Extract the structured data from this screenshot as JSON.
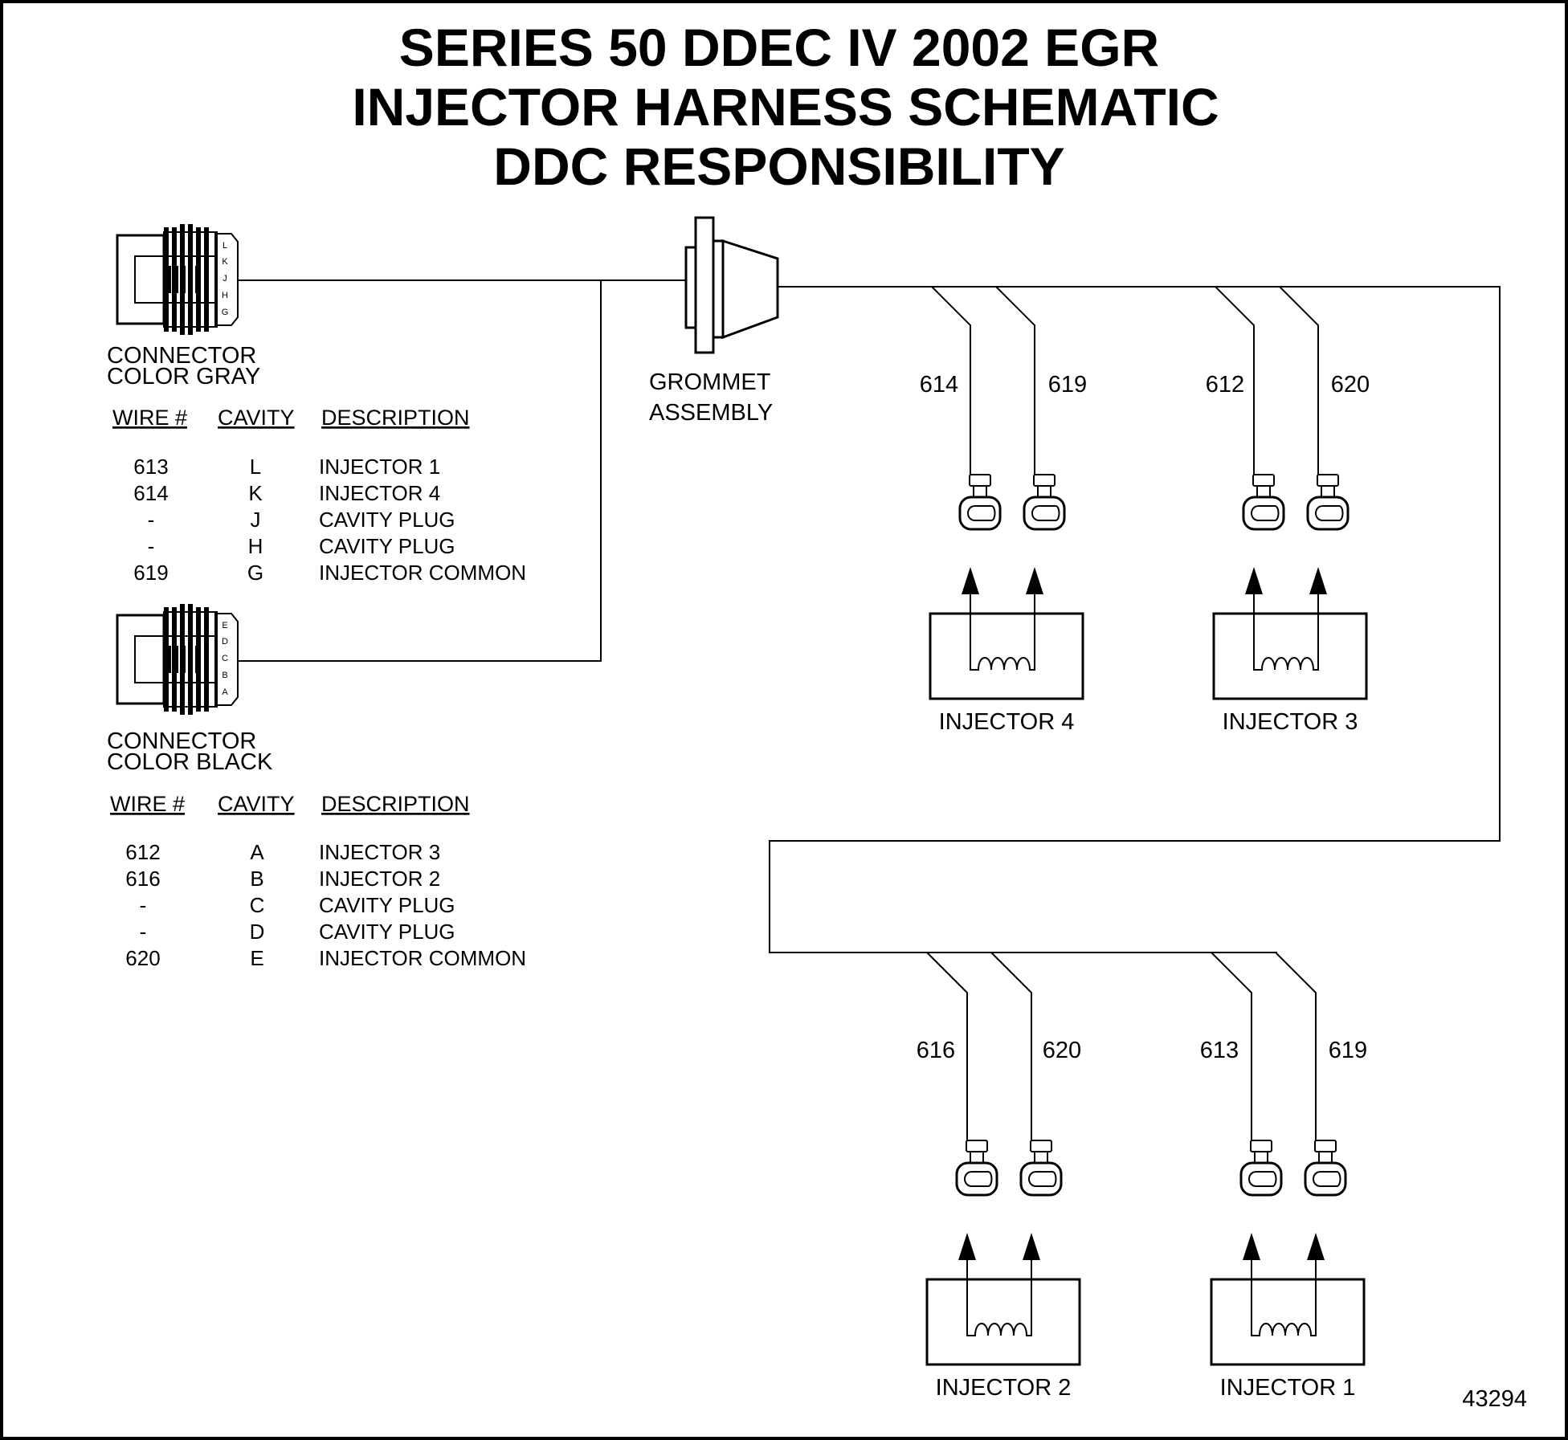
{
  "title": {
    "line1": "SERIES 50 DDEC IV 2002 EGR",
    "line2": "INJECTOR HARNESS SCHEMATIC",
    "line3": "DDC RESPONSIBILITY"
  },
  "gray_connector": {
    "label_line1": "CONNECTOR",
    "label_line2": "COLOR GRAY",
    "pins": [
      "L",
      "K",
      "J",
      "H",
      "G"
    ],
    "headers": {
      "wire": "WIRE #",
      "cavity": "CAVITY",
      "description": "DESCRIPTION"
    },
    "rows": [
      {
        "wire": "613",
        "cavity": "L",
        "description": "INJECTOR 1"
      },
      {
        "wire": "614",
        "cavity": "K",
        "description": "INJECTOR 4"
      },
      {
        "wire": "-",
        "cavity": "J",
        "description": "CAVITY PLUG"
      },
      {
        "wire": "-",
        "cavity": "H",
        "description": "CAVITY PLUG"
      },
      {
        "wire": "619",
        "cavity": "G",
        "description": "INJECTOR COMMON"
      }
    ]
  },
  "black_connector": {
    "label_line1": "CONNECTOR",
    "label_line2": "COLOR BLACK",
    "pins": [
      "E",
      "D",
      "C",
      "B",
      "A"
    ],
    "headers": {
      "wire": "WIRE #",
      "cavity": "CAVITY",
      "description": "DESCRIPTION"
    },
    "rows": [
      {
        "wire": "612",
        "cavity": "A",
        "description": "INJECTOR 3"
      },
      {
        "wire": "616",
        "cavity": "B",
        "description": "INJECTOR 2"
      },
      {
        "wire": "-",
        "cavity": "C",
        "description": "CAVITY PLUG"
      },
      {
        "wire": "-",
        "cavity": "D",
        "description": "CAVITY PLUG"
      },
      {
        "wire": "620",
        "cavity": "E",
        "description": "INJECTOR COMMON"
      }
    ]
  },
  "grommet": {
    "label_line1": "GROMMET",
    "label_line2": "ASSEMBLY"
  },
  "injectors": [
    {
      "name": "INJECTOR 4",
      "wire_a": "614",
      "wire_b": "619"
    },
    {
      "name": "INJECTOR 3",
      "wire_a": "612",
      "wire_b": "620"
    },
    {
      "name": "INJECTOR 2",
      "wire_a": "616",
      "wire_b": "620"
    },
    {
      "name": "INJECTOR 1",
      "wire_a": "613",
      "wire_b": "619"
    }
  ],
  "figure_number": "43294"
}
